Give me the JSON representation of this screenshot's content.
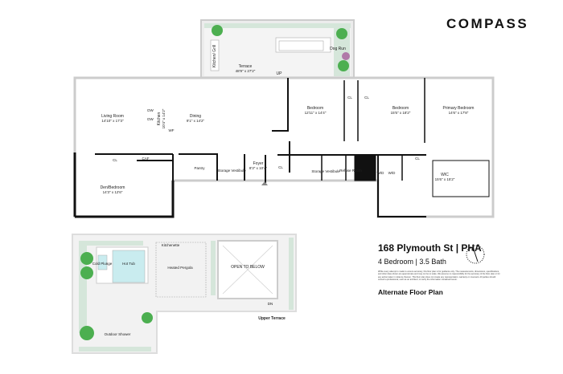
{
  "brand": {
    "logo": "COMPASS"
  },
  "listing": {
    "title": "168 Plymouth St | PHA",
    "subtitle": "4 Bedroom | 3.5 Bath",
    "disclaimer": "While every attempt is made to ensure accuracy, this floor plan is for guidance only. The measurements, dimensions, specifications, and other data shown are approximate and may not be to scale. We assume no responsibility for the accuracy of the floor plan or for any action taken in reliance thereon. This floor plan does not create any representation, warranty or covenant. All parties should consult a professional, such as an architect, to verify the information contained herein.",
    "plan_label": "Alternate Floor Plan",
    "compass_icon": "north-arrow-icon"
  },
  "terrace": {
    "name": "Terrace",
    "dims": "48'9\" x 27'2\"",
    "grill": "Kitchen/ Grill",
    "dog_run": "Dog Run",
    "up": "UP"
  },
  "main_floor": {
    "living": {
      "name": "Living Room",
      "dims": "14'10\" x 17'3\""
    },
    "kitchen": {
      "name": "Kitchen",
      "dims": "10'4\" x 14'2\"",
      "dw1": "DW",
      "dw2": "DW",
      "wf": "WF"
    },
    "dining": {
      "name": "Dining",
      "dims": "9'1\" x 14'2\""
    },
    "bedroom1": {
      "name": "Bedroom",
      "dims": "12'11\" x 14'4\""
    },
    "bedroom2": {
      "name": "Bedroom",
      "dims": "15'5\" x 18'2\""
    },
    "primary": {
      "name": "Primary Bedroom",
      "dims": "14'6\" x 17'8\""
    },
    "den": {
      "name": "Den/Bedroom",
      "dims": "14'3\" x 12'6\""
    },
    "caf": "CAF",
    "closets": [
      "CL",
      "CL",
      "CL",
      "CL",
      "CL"
    ],
    "pantry": "Pantry",
    "storage1": "Storage Vestibule",
    "foyer": {
      "name": "Foyer",
      "dims": "8'3\" x 10'4\""
    },
    "storage2": "Storage Vestibule",
    "refuse": "Refuse Room",
    "wd": [
      "W/D",
      "W/D"
    ],
    "wic": {
      "name": "WIC",
      "dims": "15'6\" x 15'2\""
    }
  },
  "upper_terrace": {
    "name": "Upper Terrace",
    "cold_plunge": "Cold Plunge",
    "hot_tub": "Hot Tub",
    "kitchenette": "Kitchenette",
    "pergola": "Heated Pergola",
    "open_below": "OPEN TO BELOW",
    "dn": "DN",
    "shower": "Outdoor Shower"
  },
  "colors": {
    "wall": "#111111",
    "deck": "#f1f1f1",
    "planter": "#d5e6da",
    "water": "#c9ecef",
    "tree": "#4caf50"
  }
}
